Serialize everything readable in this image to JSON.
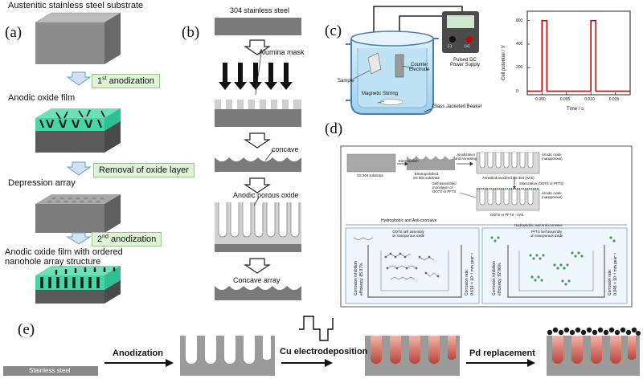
{
  "panels": {
    "a": {
      "label": "(a)",
      "substrate_title": "Austenitic stainless steel substrate",
      "step1_prefix": "1",
      "step1_sup": "st",
      "step1_suffix": " anodization",
      "oxide_film": "Anodic oxide film",
      "step2": "Removal of oxide layer",
      "depression": "Depression array",
      "step3_prefix": "2",
      "step3_sup": "nd",
      "step3_suffix": " anodization",
      "final_line1": "Anodic oxide film with ordered",
      "final_line2": "nanohole array structure"
    },
    "b": {
      "label": "(b)",
      "steel": "304 stainless steel",
      "mask": "Alumina mask",
      "concave": "concave",
      "porous": "Anodic porous oxide",
      "concave_array": "Concave array"
    },
    "c": {
      "label": "(c)",
      "sample": "Sample",
      "counter1": "Counter",
      "counter2": "Electrode",
      "stirring": "Magnetic Stirring",
      "beaker": "Glass Jacketed Beaker",
      "supply1": "Pulsed DC",
      "supply2": "Power Supply",
      "meter_minus": "(-)",
      "meter_plus": "(+)"
    },
    "d": {
      "label": "(d)",
      "ss304": "SS 304 substrate",
      "electropolish": "Electropolish",
      "electropolished1": "Electropolished",
      "electropolished2": "SS 304 substrate",
      "anod1": "Anodization",
      "anod2": "and Annealing",
      "ao1": "Anodic oxide",
      "ao2": "(nanoporous)",
      "annealed": "Annealed anodized SS 304 (AAS)",
      "sam1": "Self-assembled",
      "sam2": "monolayer of",
      "sam3": "OOTS or PFTS",
      "silan": "Silanization (OOTS or PFTS)",
      "ao3": "Anodic oxide",
      "ao4": "(nanoporous)",
      "ooaas": "OOTS or PFTS - AAS",
      "hydro_left": "Hydrophobic and Anti-corrosive",
      "hydro_right": "Hydrophobic and Anti-corrosive",
      "left_sa1": "OOTS self assembly",
      "left_sa2": "on nanoporous oxide",
      "right_sa1": "PFTS self assembly",
      "right_sa2": "on nanoporous oxide",
      "left_ci1": "Corrosion inhibition",
      "left_ci2": "efficiency: 85.97%",
      "left_cr1": "Corrosion rate:",
      "left_cr2": "0.614 × 10⁻³ mm year⁻¹",
      "right_ci1": "Corrosion inhibition",
      "right_ci2": "efficiency: 92.06%",
      "right_cr1": "Corrosion rate:",
      "right_cr2": "0.348 × 10⁻³ mm year⁻¹"
    },
    "e": {
      "label": "(e)",
      "steel": "Stainless steel",
      "anodization": "Anodization",
      "cu": "Cu electrodeposition",
      "pd": "Pd replacement"
    }
  },
  "chart_data": {
    "type": "line",
    "xlabel": "Time / s",
    "ylabel": "Cell potential / V",
    "xticks": [
      "0.000",
      "0.005",
      "0.010",
      "0.015"
    ],
    "yticks": [
      "0",
      "200",
      "400",
      "600"
    ],
    "xlim": [
      -0.003,
      0.018
    ],
    "ylim": [
      -30,
      680
    ],
    "series": [
      {
        "color": "#cc0000",
        "x": [
          -0.003,
          0.0,
          0.0,
          0.001,
          0.001,
          0.01,
          0.01,
          0.011,
          0.011,
          0.018
        ],
        "y": [
          0,
          0,
          600,
          600,
          0,
          0,
          600,
          600,
          0,
          0
        ]
      }
    ]
  }
}
